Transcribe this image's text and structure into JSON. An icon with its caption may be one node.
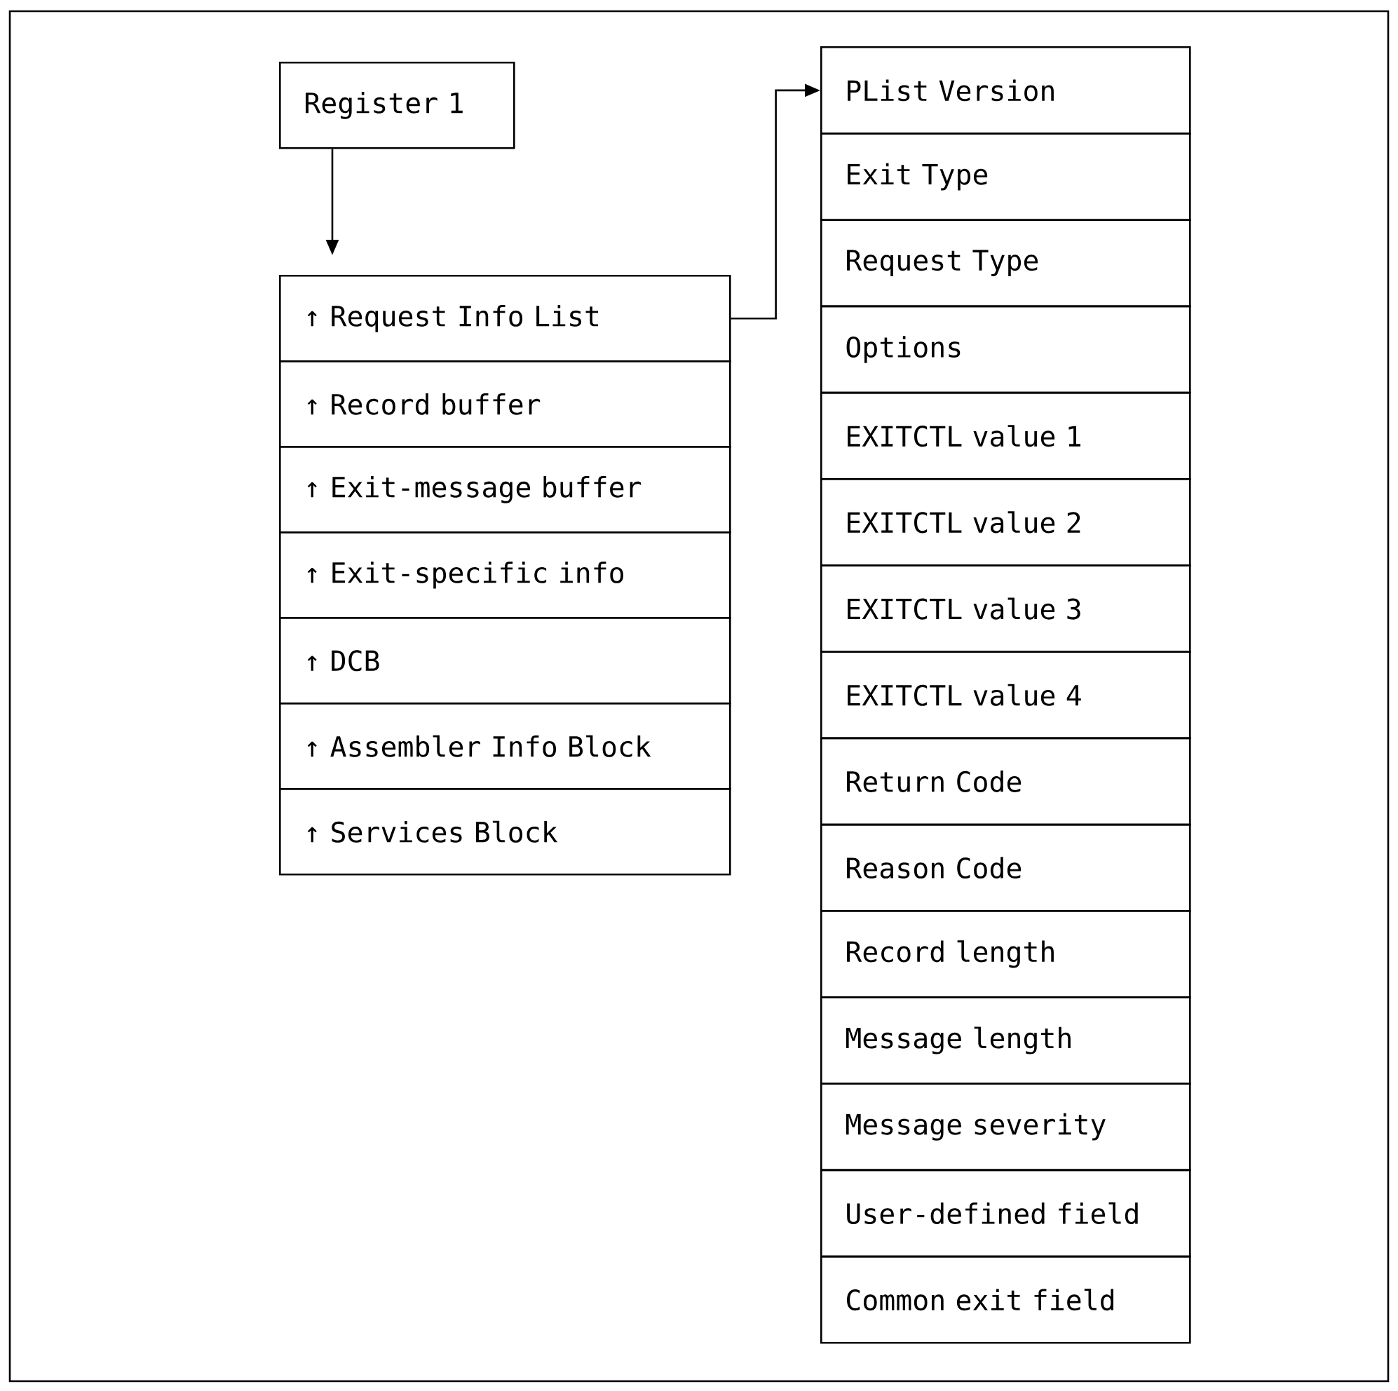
{
  "diagram": {
    "nodes": [
      {
        "text": [
          "Register 1"
        ]
      },
      {
        "text": [
          "↑ Request Info List"
        ]
      },
      {
        "text": [
          "↑ Record buffer"
        ]
      },
      {
        "text": [
          "↑ Exit-message buffer"
        ]
      },
      {
        "text": [
          "↑ Exit-specific info"
        ]
      },
      {
        "text": [
          "↑ DCB"
        ]
      },
      {
        "text": [
          "↑ Assembler Info Block"
        ]
      },
      {
        "text": [
          "↑ Services Block"
        ]
      },
      {
        "text": [
          "PList Version"
        ]
      },
      {
        "text": [
          "Exit Type"
        ]
      },
      {
        "text": [
          "Request Type"
        ]
      },
      {
        "text": [
          "Options"
        ]
      },
      {
        "text": [
          "EXITCTL value 1"
        ]
      },
      {
        "text": [
          "EXITCTL value 2"
        ]
      },
      {
        "text": [
          "EXITCTL value 3"
        ]
      },
      {
        "text": [
          "EXITCTL value 4"
        ]
      },
      {
        "text": [
          "Return Code"
        ]
      },
      {
        "text": [
          "Reason Code"
        ]
      },
      {
        "text": [
          "Record length"
        ]
      },
      {
        "text": [
          "Message length"
        ]
      },
      {
        "text": [
          "Message severity"
        ]
      },
      {
        "text": [
          "User-defined field"
        ]
      },
      {
        "text": [
          "Common exit field"
        ]
      }
    ],
    "edges": [
      {
        "from": 0,
        "to": 1,
        "arrow": "to"
      },
      {
        "from": 1,
        "to": 8,
        "arrow": "to"
      }
    ]
  }
}
